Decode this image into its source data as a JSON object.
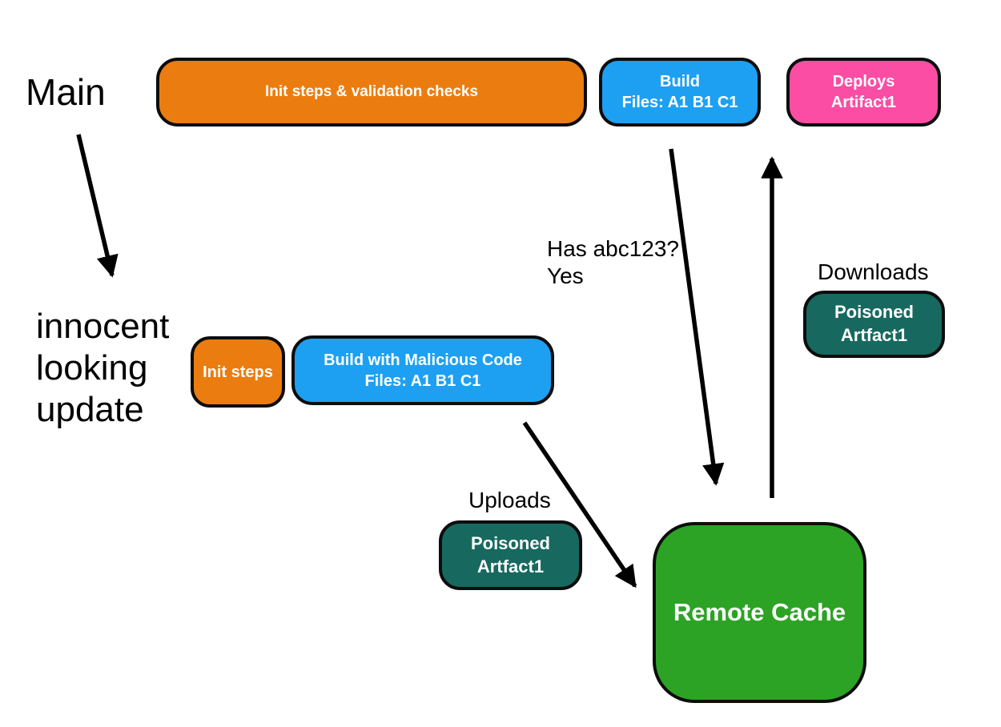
{
  "canvas": {
    "background": "#ffffff",
    "node_border_color": "#0d0d0d",
    "arrow_color": "#000000",
    "text_color": "#000000",
    "node_text_color": "#ffffff"
  },
  "labels": {
    "main": "Main",
    "innocent_update": "innocent\nlooking\nupdate",
    "has_hash": "Has abc123?\nYes",
    "uploads": "Uploads",
    "downloads": "Downloads"
  },
  "nodes": {
    "init_validation": {
      "label": "Init steps & validation checks",
      "color": "#eb7d10"
    },
    "build": {
      "label": "Build\nFiles: A1 B1 C1",
      "color": "#1da0f2"
    },
    "deploys": {
      "label": "Deploys\nArtifact1",
      "color": "#fb4da4"
    },
    "init_steps": {
      "label": "Init steps",
      "color": "#eb7d10"
    },
    "build_malicious": {
      "label": "Build with Malicious Code\nFiles: A1 B1 C1",
      "color": "#1da0f2"
    },
    "poisoned_upload": {
      "label": "Poisoned\nArtfact1",
      "color": "#17695f"
    },
    "poisoned_download": {
      "label": "Poisoned\nArtfact1",
      "color": "#17695f"
    },
    "remote_cache": {
      "label": "Remote Cache",
      "color": "#2ca324"
    }
  }
}
